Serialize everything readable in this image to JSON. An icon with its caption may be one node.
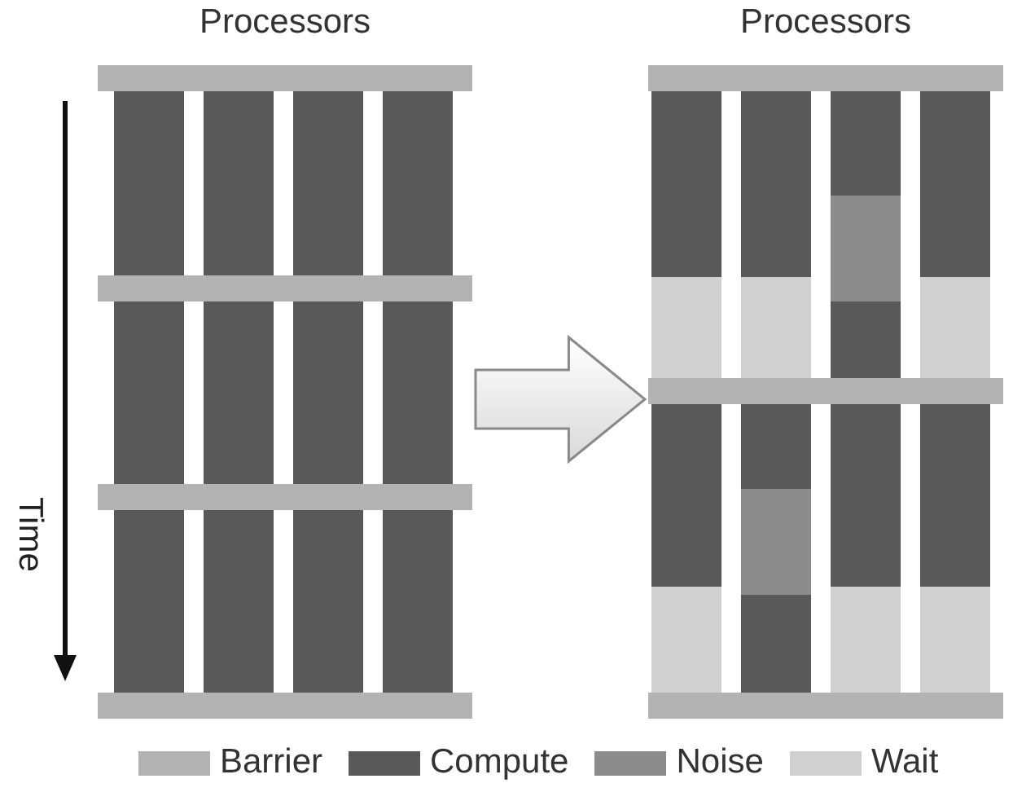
{
  "diagram": {
    "nodes": [
      {
        "text": [
          "Processors"
        ]
      },
      {
        "text": [
          "Processors"
        ]
      }
    ],
    "edges": [
      {
        "from": 0,
        "to": 1,
        "arrow": "to"
      }
    ],
    "labels": [
      "Time"
    ],
    "legend": [
      {
        "text": "Barrier",
        "color": "#b3b3b3"
      },
      {
        "text": "Compute",
        "color": "#595959"
      },
      {
        "text": "Noise",
        "color": "#8c8c8c"
      },
      {
        "text": "Wait",
        "color": "#d0d0d0"
      }
    ]
  }
}
